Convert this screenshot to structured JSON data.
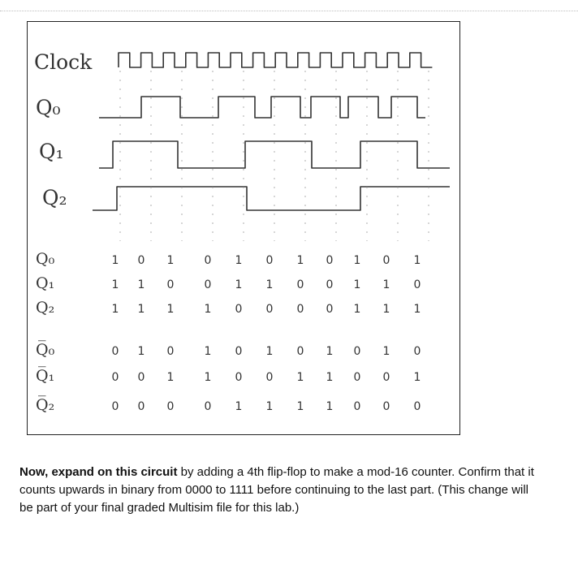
{
  "figure": {
    "signal_labels": [
      "Clock",
      "Q₀",
      "Q₁",
      "Q₂"
    ],
    "table": {
      "rows": [
        {
          "label": "Q₀",
          "values": [
            "1",
            "0",
            "1",
            "0",
            "1",
            "0",
            "1",
            "0",
            "1",
            "0",
            "1"
          ]
        },
        {
          "label": "Q₁",
          "values": [
            "1",
            "1",
            "0",
            "0",
            "1",
            "1",
            "0",
            "0",
            "1",
            "1",
            "0"
          ]
        },
        {
          "label": "Q₂",
          "values": [
            "1",
            "1",
            "1",
            "1",
            "0",
            "0",
            "0",
            "0",
            "1",
            "1",
            "1"
          ]
        },
        {
          "label": "Q̅₀",
          "values": [
            "0",
            "1",
            "0",
            "1",
            "0",
            "1",
            "0",
            "1",
            "0",
            "1",
            "0"
          ]
        },
        {
          "label": "Q̅₁",
          "values": [
            "0",
            "0",
            "1",
            "1",
            "0",
            "0",
            "1",
            "1",
            "0",
            "0",
            "1"
          ]
        },
        {
          "label": "Q̅₂",
          "values": [
            "0",
            "0",
            "0",
            "0",
            "1",
            "1",
            "1",
            "1",
            "0",
            "0",
            "0"
          ]
        }
      ]
    }
  },
  "caption": {
    "bold_text": "Now, expand on this circuit",
    "rest_text": " by adding a 4th flip-flop to make a mod-16 counter. Confirm that it counts upwards in binary from 0000 to 1111 before continuing to the last part. (This change will be part of your final graded Multisim file for this lab.)"
  }
}
